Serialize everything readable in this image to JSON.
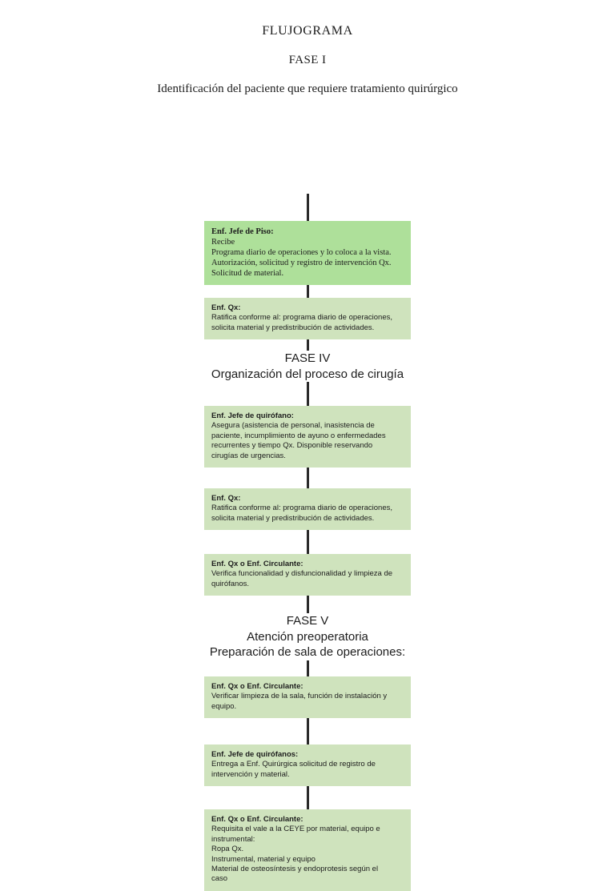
{
  "document": {
    "title": "FLUJOGRAMA",
    "phase_label": "FASE I",
    "subtitle": "Identificación del paciente que requiere tratamiento quirúrgico"
  },
  "colors": {
    "box_bright": "#aee09a",
    "box_muted": "#cfe3bd",
    "connector": "#2a2a2a",
    "text": "#1d1d1d",
    "page_background": "#ffffff"
  },
  "phases": [
    {
      "id": "fase-iv",
      "lines": [
        "FASE IV",
        "Organización del proceso de cirugía"
      ]
    },
    {
      "id": "fase-v",
      "lines": [
        "FASE V",
        "Atención preoperatoria",
        "Preparación de sala de operaciones:"
      ]
    }
  ],
  "boxes": [
    {
      "id": "box-1",
      "role": "Enf. Jefe de Piso:",
      "lines": [
        "Recibe",
        "Programa diario de operaciones y lo coloca a la vista.",
        "Autorización, solicitud y registro de intervención Qx.",
        "Solicitud de material."
      ]
    },
    {
      "id": "box-2",
      "role": "Enf. Qx:",
      "lines": [
        "Ratifica conforme al: programa diario de operaciones,",
        "solicita material y predistribución de actividades."
      ]
    },
    {
      "id": "box-3",
      "role": "Enf. Jefe de quirófano:",
      "lines": [
        "Asegura (asistencia de personal, inasistencia de",
        "paciente, incumplimiento de ayuno o enfermedades",
        "recurrentes y tiempo Qx. Disponible reservando",
        "cirugías de urgencias."
      ]
    },
    {
      "id": "box-4",
      "role": "Enf. Qx:",
      "lines": [
        "Ratifica conforme al: programa diario de operaciones,",
        "solicita material y predistribución de actividades."
      ]
    },
    {
      "id": "box-5",
      "role": "Enf. Qx o Enf. Circulante:",
      "lines": [
        "Verifica funcionalidad y disfuncionalidad y limpieza de",
        "quirófanos."
      ]
    },
    {
      "id": "box-6",
      "role": "Enf. Qx o Enf. Circulante:",
      "lines": [
        "Verificar limpieza de la sala, función de instalación y",
        "equipo."
      ]
    },
    {
      "id": "box-7",
      "role": "Enf. Jefe de quirófanos:",
      "lines": [
        "Entrega a Enf. Quirúrgica solicitud de registro de",
        "intervención y material."
      ]
    },
    {
      "id": "box-8",
      "role": "Enf. Qx o Enf. Circulante:",
      "lines": [
        "Requisita el vale a la CEYE por material, equipo e",
        "instrumental:",
        "Ropa Qx.",
        "Instrumental, material y equipo",
        "Material de osteosíntesis y endoprotesis según el",
        "caso"
      ]
    }
  ]
}
